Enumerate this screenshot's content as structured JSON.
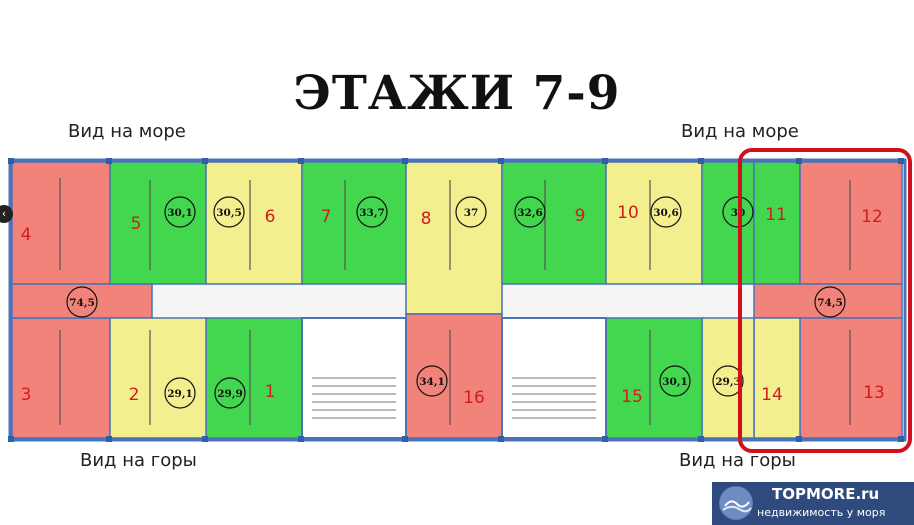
{
  "title": "ЭТАЖИ 7-9",
  "captions": {
    "sea_left": "Вид на море",
    "sea_right": "Вид на море",
    "mountains_left": "Вид на горы",
    "mountains_right": "Вид на горы"
  },
  "apartments": [
    {
      "number": "4",
      "area": "",
      "color": "red"
    },
    {
      "number": "3",
      "area": "",
      "color": "red"
    },
    {
      "number": "",
      "area": "74,5",
      "color": "red"
    },
    {
      "number": "5",
      "area": "30,1",
      "color": "green"
    },
    {
      "number": "6",
      "area": "30,5",
      "color": "yellow"
    },
    {
      "number": "7",
      "area": "33,7",
      "color": "green"
    },
    {
      "number": "8",
      "area": "37",
      "color": "yellow"
    },
    {
      "number": "9",
      "area": "32,6",
      "color": "green"
    },
    {
      "number": "10",
      "area": "30,6",
      "color": "yellow"
    },
    {
      "number": "",
      "area": "30",
      "color": "green"
    },
    {
      "number": "11",
      "area": "",
      "color": "green"
    },
    {
      "number": "12",
      "area": "",
      "color": "red"
    },
    {
      "number": "",
      "area": "74,5",
      "color": "red"
    },
    {
      "number": "13",
      "area": "",
      "color": "red"
    },
    {
      "number": "14",
      "area": "",
      "color": "yellow"
    },
    {
      "number": "",
      "area": "29,3",
      "color": "yellow"
    },
    {
      "number": "15",
      "area": "30,1",
      "color": "green"
    },
    {
      "number": "16",
      "area": "34,1",
      "color": "red"
    },
    {
      "number": "1",
      "area": "29,9",
      "color": "green"
    },
    {
      "number": "2",
      "area": "29,1",
      "color": "yellow"
    }
  ],
  "colors": {
    "red": "#f2837a",
    "green": "#43d64f",
    "yellow": "#f3ef8f",
    "highlight": "#d0101a"
  },
  "watermark": {
    "brand": "TOPMORE.ru",
    "subtitle": "недвижимость у моря"
  }
}
